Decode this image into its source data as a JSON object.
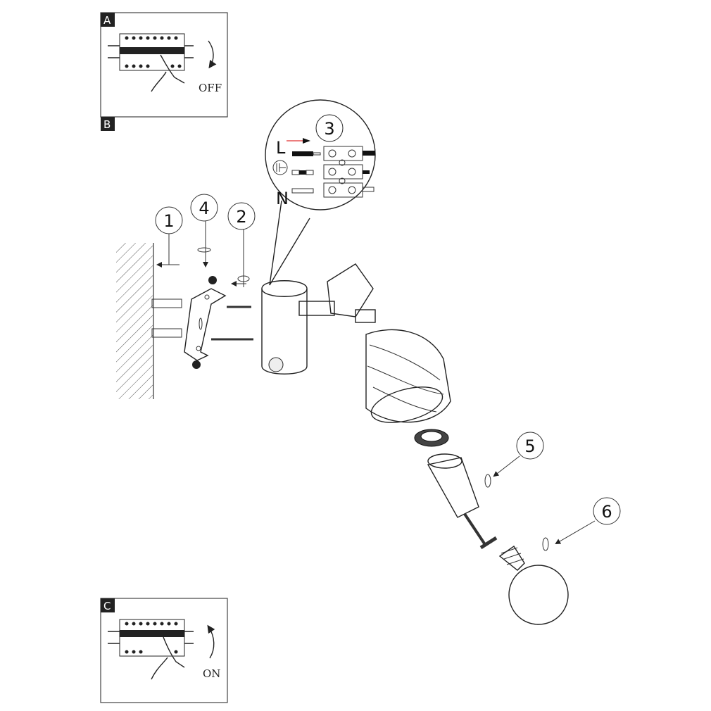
{
  "panels": {
    "a": {
      "label": "A",
      "state": "OFF"
    },
    "b": {
      "label": "B"
    },
    "c": {
      "label": "C",
      "state": "ON"
    }
  },
  "wiring": {
    "step": "3",
    "live": "L",
    "neutral": "N",
    "earth_icon": "earth-ground-icon",
    "arrow_color": "#e03030"
  },
  "steps": [
    "1",
    "2",
    "3",
    "4",
    "5",
    "6"
  ]
}
